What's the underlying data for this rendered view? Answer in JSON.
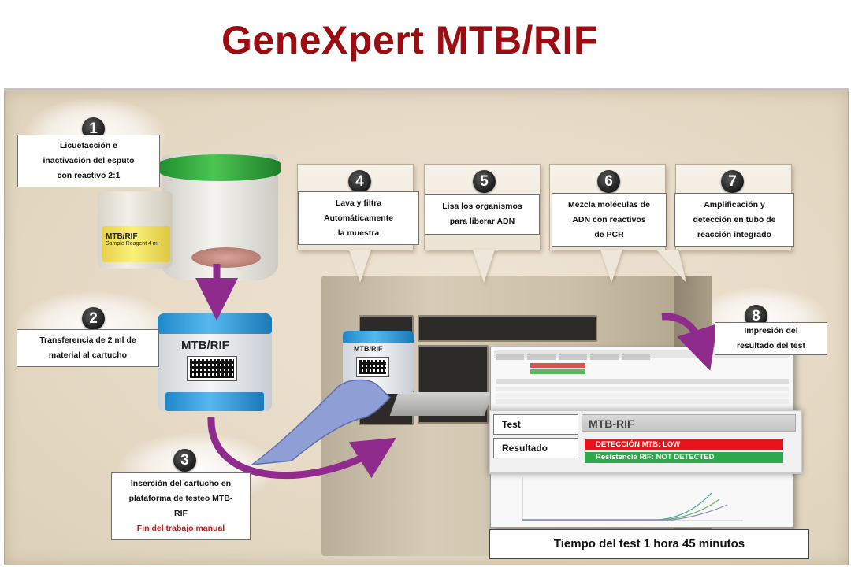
{
  "title": "GeneXpert MTB/RIF",
  "steps": [
    {
      "number": "1",
      "lines": [
        "Licuefacción e",
        "inactivación del esputo",
        "con reactivo 2:1"
      ]
    },
    {
      "number": "2",
      "lines": [
        "Transferencia de 2 ml de",
        "material al cartucho"
      ]
    },
    {
      "number": "3",
      "lines": [
        "Inserción del cartucho en",
        "plataforma de testeo MTB-",
        "RIF"
      ],
      "note": "Fin del trabajo manual"
    },
    {
      "number": "4",
      "lines": [
        "Lava y filtra",
        "Automáticamente",
        "la muestra"
      ]
    },
    {
      "number": "5",
      "lines": [
        "Lisa los organismos",
        "para liberar ADN"
      ]
    },
    {
      "number": "6",
      "lines": [
        "Mezcla moléculas de",
        "ADN con reactivos",
        "de PCR"
      ]
    },
    {
      "number": "7",
      "lines": [
        "Amplificación y",
        "detección en tubo de",
        "reacción integrado"
      ]
    },
    {
      "number": "8",
      "lines": [
        "Impresión del",
        "resultado del test"
      ]
    }
  ],
  "product_labels": {
    "cartridge_large": "MTB/RIF",
    "cartridge_small": "MTB/RIF",
    "jar_label": "MTB/RIF",
    "jar_label_small": "Sample Reagent 4 ml"
  },
  "result": {
    "test_label": "Test",
    "result_label": "Resultado",
    "assay_name": "MTB-RIF",
    "mtb_line": "DETECCIÓN MTB: LOW",
    "rif_line": "Resistencia RIF: NOT DETECTED"
  },
  "footer": "Tiempo del test 1 hora 45 minutos",
  "colors": {
    "title": "#9c0d12",
    "arrow": "#8e2b8c",
    "mtb_bar": "#e8141b",
    "rif_bar": "#2da84a",
    "note": "#d0121b"
  }
}
